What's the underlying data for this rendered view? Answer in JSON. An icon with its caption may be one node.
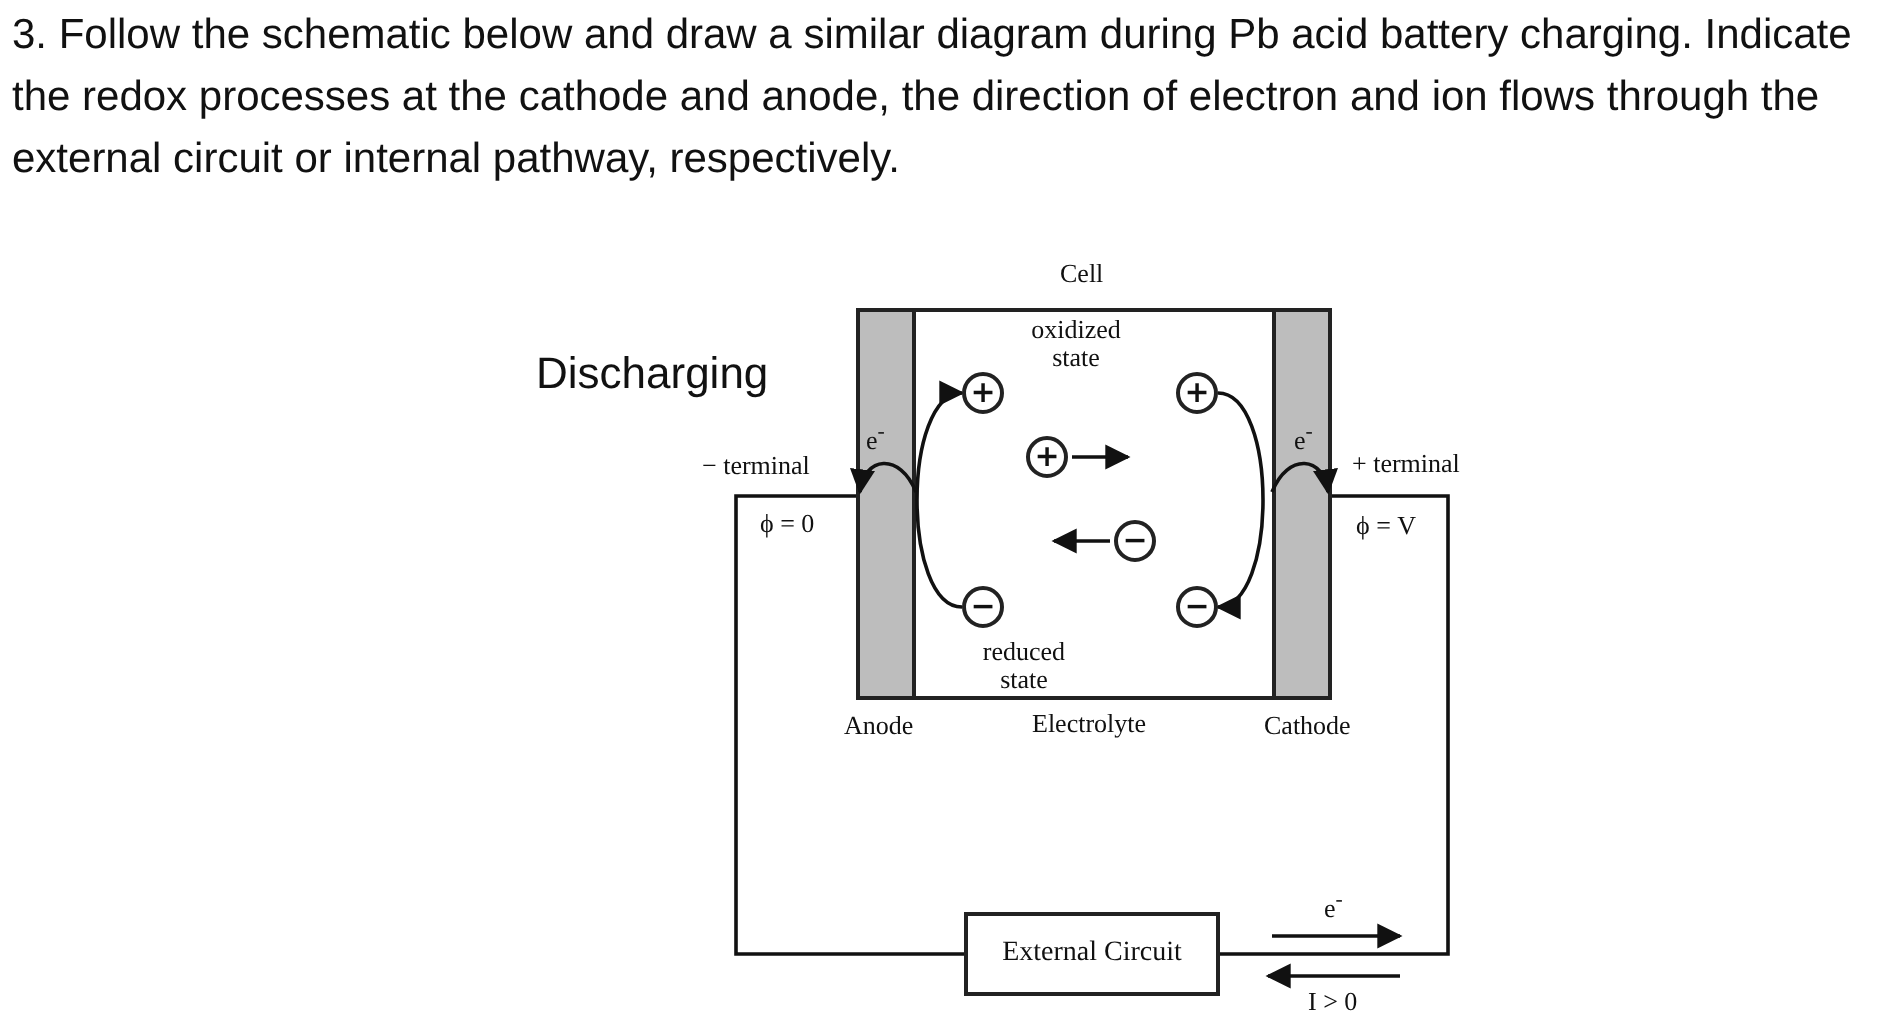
{
  "diagram": {
    "title": "3. Follow the schematic below and draw a similar diagram during Pb acid battery charging. Indicate the redox processes at the cathode and anode, the direction of electron and ion flows through the external circuit or internal pathway, respectively.",
    "nodes": [
      {
        "text": [
          "Cell"
        ]
      },
      {
        "text": [
          "Anode"
        ],
        "in": 0
      },
      {
        "text": [
          "Cathode"
        ],
        "in": 0
      },
      {
        "text": [
          "+"
        ],
        "in": 0,
        "beside": [
          "oxidized state"
        ]
      },
      {
        "text": [
          "+"
        ],
        "in": 0
      },
      {
        "text": [
          "+"
        ],
        "in": 0
      },
      {
        "text": [
          "−"
        ],
        "in": 0
      },
      {
        "text": [
          "−"
        ],
        "in": 0,
        "beside": [
          "reduced state"
        ]
      },
      {
        "text": [
          "−"
        ],
        "in": 0
      },
      {
        "text": [
          "External Circuit"
        ]
      }
    ],
    "edges": [
      {
        "from": 7,
        "to": 3,
        "arrow": "to"
      },
      {
        "from": 4,
        "to": 8,
        "arrow": "to"
      },
      {
        "from": 1,
        "to": 9,
        "arrow": "none"
      },
      {
        "from": 2,
        "to": 9,
        "arrow": "none"
      },
      {
        "from": 5,
        "to": null,
        "arrow": "to"
      },
      {
        "from": 6,
        "to": null,
        "arrow": "to"
      }
    ],
    "labels": [
      "Discharging",
      "e$^{-}$",
      "e$^{-}$",
      "− terminal",
      "+ terminal",
      "ϕ = 0",
      "ϕ = V",
      "Electrolyte",
      "e$^{-}$",
      "I > 0"
    ]
  }
}
